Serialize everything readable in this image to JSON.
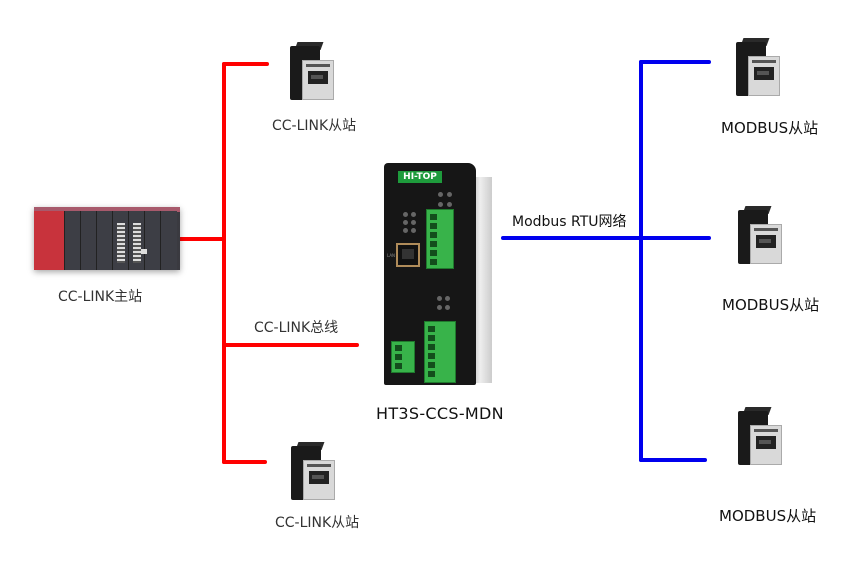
{
  "diagram": {
    "title": "",
    "gateway": {
      "model": "HT3S-CCS-MDN",
      "brand_logo": "HI-TOP",
      "port_label": "LAN"
    },
    "master": {
      "label": "CC-LINK主站"
    },
    "cc_link_bus": {
      "label": "CC-LINK总线",
      "color": "#ff0000"
    },
    "modbus_network": {
      "label": "Modbus RTU网络",
      "color": "#0000ee"
    },
    "cc_link_slaves": [
      {
        "label": "CC-LINK从站"
      },
      {
        "label": "CC-LINK从站"
      }
    ],
    "modbus_slaves": [
      {
        "label": "MODBUS从站"
      },
      {
        "label": "MODBUS从站"
      },
      {
        "label": "MODBUS从站"
      }
    ]
  }
}
